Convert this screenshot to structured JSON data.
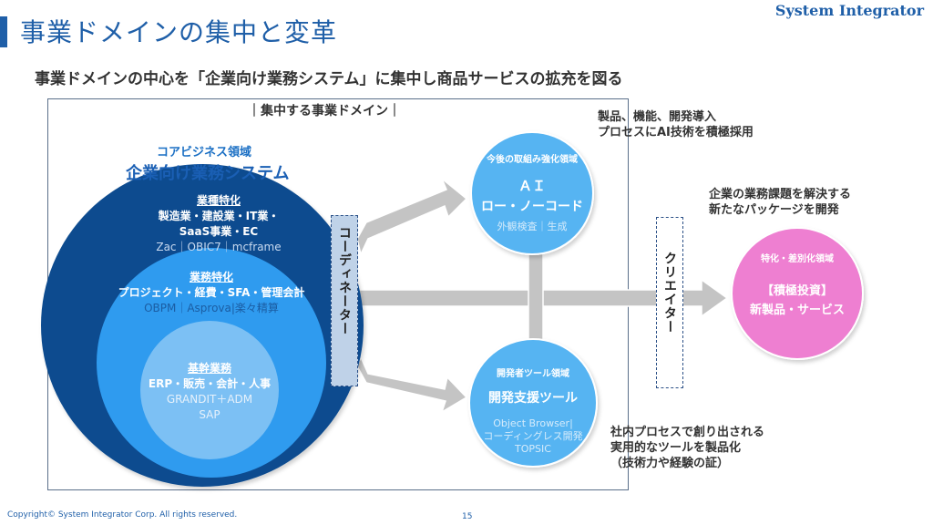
{
  "header": {
    "title": "事業ドメインの集中と変革",
    "brand": "System Integrator",
    "subtitle": "事業ドメインの中心を「企業向け業務システム」に集中し商品サービスの拡充を図る"
  },
  "domain": {
    "label": "｜集中する事業ドメイン｜",
    "core_label": "コアビジネス領域",
    "core_title": "企業向け業務システム"
  },
  "industry": {
    "heading": "業種特化",
    "line1": "製造業・建設業・IT業・",
    "line2": "SaaS事業・EC",
    "products": "Zac｜OBIC7｜mcframe"
  },
  "business": {
    "heading": "業務特化",
    "line1": "プロジェクト・経費・SFA・管理会計",
    "products": "OBPM｜Asprova|楽々精算"
  },
  "core_business": {
    "heading": "基幹業務",
    "line1": "ERP・販売・会計・人事",
    "products1": "GRANDIT＋ADM",
    "products2": "SAP"
  },
  "coordinator": "コーディネーター",
  "creator": "クリエイター",
  "ai": {
    "area": "今後の取組み強化領域",
    "title1": "ＡＩ",
    "title2": "ロー・ノーコード",
    "sub": "外観検査｜生成"
  },
  "devtool": {
    "area": "開発者ツール領域",
    "title": "開発支援ツール",
    "line1": "Object Browser|",
    "line2": "コーディングレス開発",
    "line3": "TOPSIC"
  },
  "special": {
    "area": "特化・差別化領域",
    "title1": "【積極投資】",
    "title2": "新製品・サービス"
  },
  "notes": {
    "ai1": "製品、機能、開発導入",
    "ai2": "プロセスにAI技術を積極採用",
    "pkg1": "企業の業務課題を解決する",
    "pkg2": "新たなパッケージを開発",
    "tool1": "社内プロセスで創り出される",
    "tool2": "実用的なツールを製品化",
    "tool3": "（技術力や経験の証）"
  },
  "footer": {
    "copyright": "Copyright© System Integrator Corp. All rights reserved.",
    "page": "15"
  },
  "colors": {
    "outer": "#0d4c8f",
    "middle": "#2f9bef",
    "inner": "#7cc0f4",
    "ai": "#57b4f2",
    "special": "#ee7fd1",
    "arrow": "#c4c4c4",
    "accent": "#1f5fa8"
  }
}
